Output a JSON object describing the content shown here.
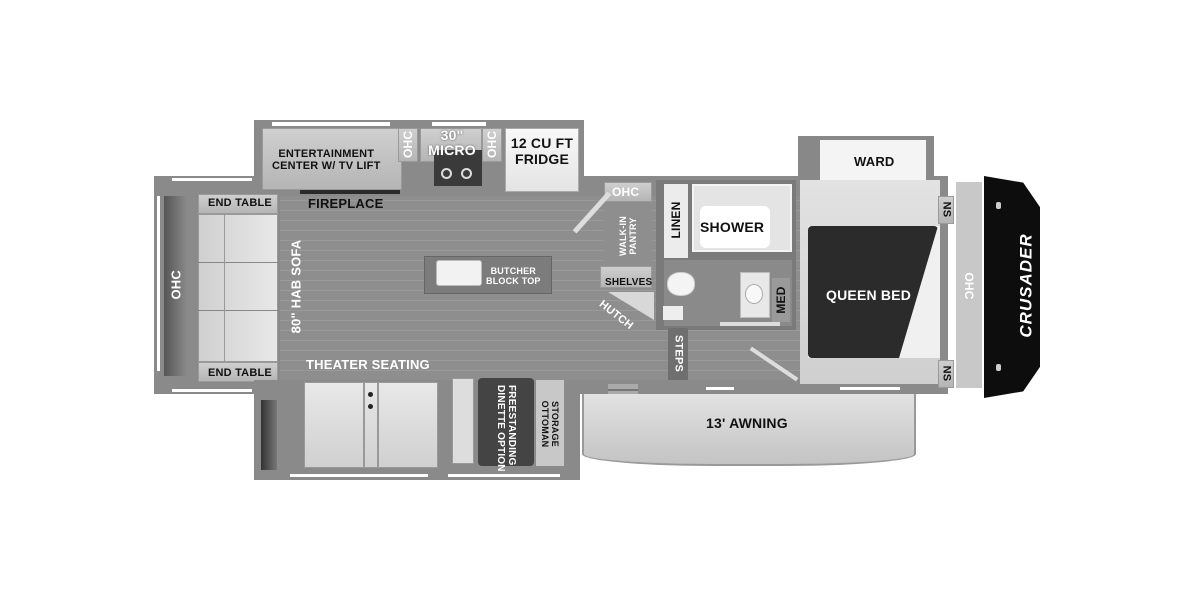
{
  "floorplan": {
    "brand": "CRUSADER",
    "rooms": {
      "living": {
        "ohc_left": "OHC",
        "end_table_top": "END TABLE",
        "end_table_bottom": "END TABLE",
        "sofa": "80\" HAB SOFA",
        "fireplace": "FIREPLACE",
        "entertainment": [
          "ENTERTAINMENT",
          "CENTER W/ TV LIFT"
        ],
        "theater_seating": "THEATER SEATING",
        "dinette": [
          "FREESTANDING",
          "DINETTE OPTION"
        ],
        "ottoman": [
          "STORAGE",
          "OTTOMAN"
        ]
      },
      "kitchen": {
        "ohc_1": "OHC",
        "micro": [
          "30\"",
          "MICRO"
        ],
        "ohc_2": "OHC",
        "fridge": [
          "12 CU FT",
          "FRIDGE"
        ],
        "island": [
          "BUTCHER",
          "BLOCK TOP"
        ],
        "ohc_pantry": "OHC",
        "pantry": [
          "WALK-IN",
          "PANTRY"
        ],
        "shelves": "SHELVES",
        "hutch": "HUTCH"
      },
      "bath": {
        "linen": "LINEN",
        "shower": "SHOWER",
        "med": "MED",
        "steps": "STEPS"
      },
      "bedroom": {
        "ward": "WARD",
        "bed": "QUEEN BED",
        "ns_top": "NS",
        "ns_bottom": "NS",
        "ohc": "OHC"
      },
      "exterior": {
        "awning": "13' AWNING"
      }
    }
  }
}
